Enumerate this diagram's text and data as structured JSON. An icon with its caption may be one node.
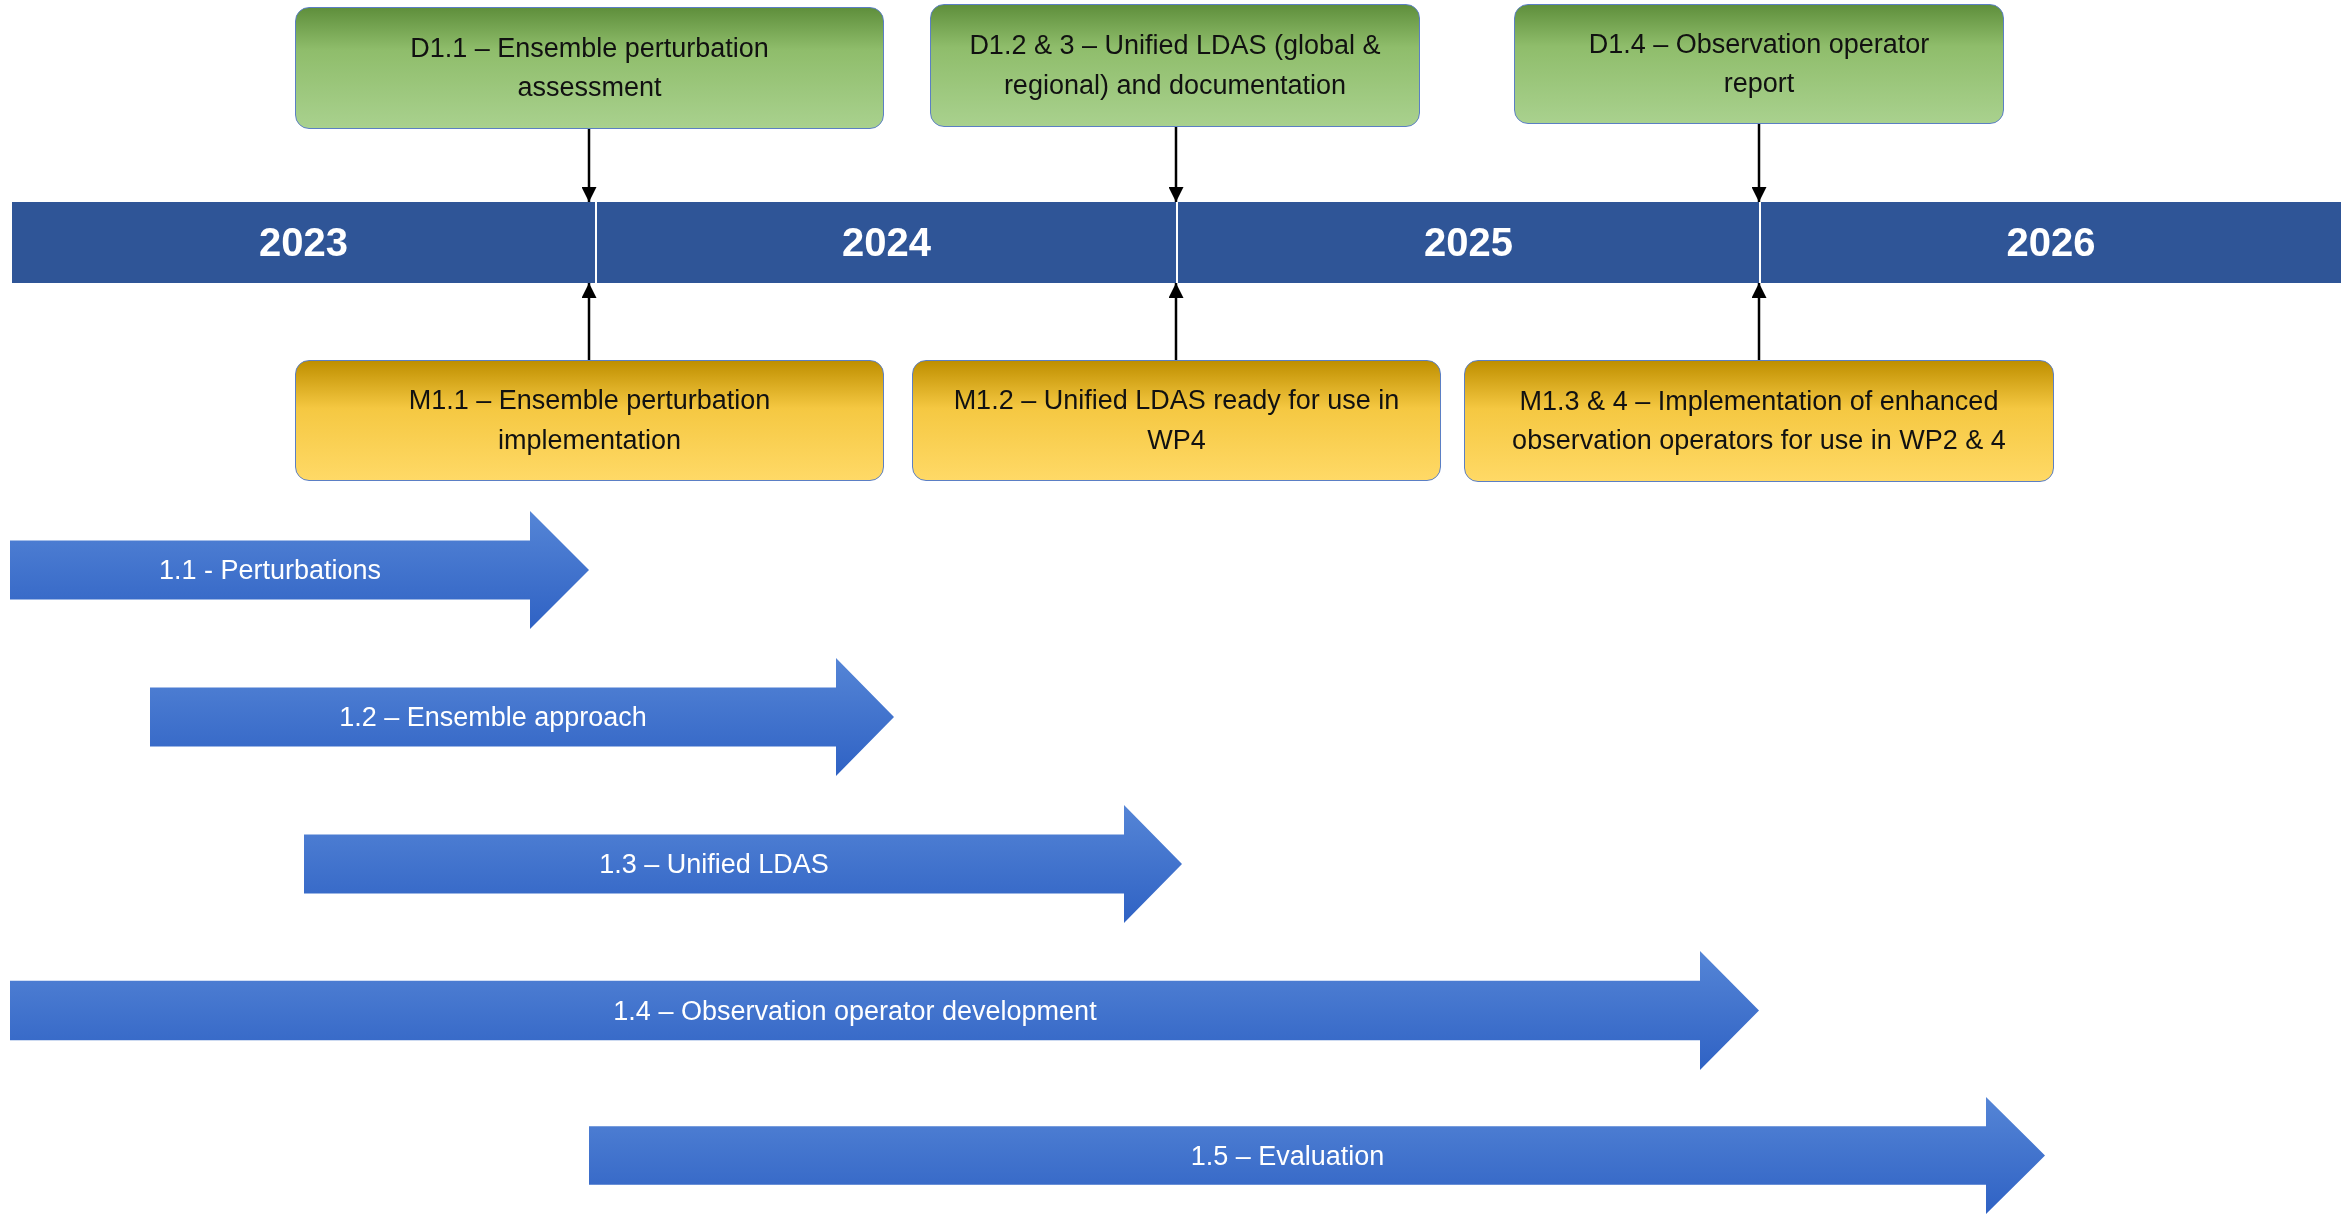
{
  "diagram": {
    "nodes": [
      {
        "text": [
          "D1.1 – Ensemble perturbation assessment"
        ]
      },
      {
        "text": [
          "D1.2 & 3 – Unified LDAS (global & regional) and documentation"
        ]
      },
      {
        "text": [
          "D1.4 – Observation operator report"
        ]
      },
      {
        "text": [
          "2023",
          "2024",
          "2025",
          "2026"
        ]
      },
      {
        "text": [
          "M1.1 – Ensemble perturbation implementation"
        ]
      },
      {
        "text": [
          "M1.2 – Unified LDAS ready for use in WP4"
        ]
      },
      {
        "text": [
          "M1.3 & 4 – Implementation of enhanced observation operators for use in WP2 & 4"
        ]
      },
      {
        "text": [
          "1.1 - Perturbations"
        ]
      },
      {
        "text": [
          "1.2 – Ensemble approach"
        ]
      },
      {
        "text": [
          "1.3 – Unified LDAS"
        ]
      },
      {
        "text": [
          "1.4 – Observation operator development"
        ]
      },
      {
        "text": [
          "1.5 – Evaluation"
        ]
      }
    ],
    "edges": [
      {
        "from": 0,
        "to": 3,
        "arrow": "to"
      },
      {
        "from": 1,
        "to": 3,
        "arrow": "to"
      },
      {
        "from": 2,
        "to": 3,
        "arrow": "to"
      },
      {
        "from": 4,
        "to": 3,
        "arrow": "to"
      },
      {
        "from": 5,
        "to": 3,
        "arrow": "to"
      },
      {
        "from": 6,
        "to": 3,
        "arrow": "to"
      }
    ]
  }
}
